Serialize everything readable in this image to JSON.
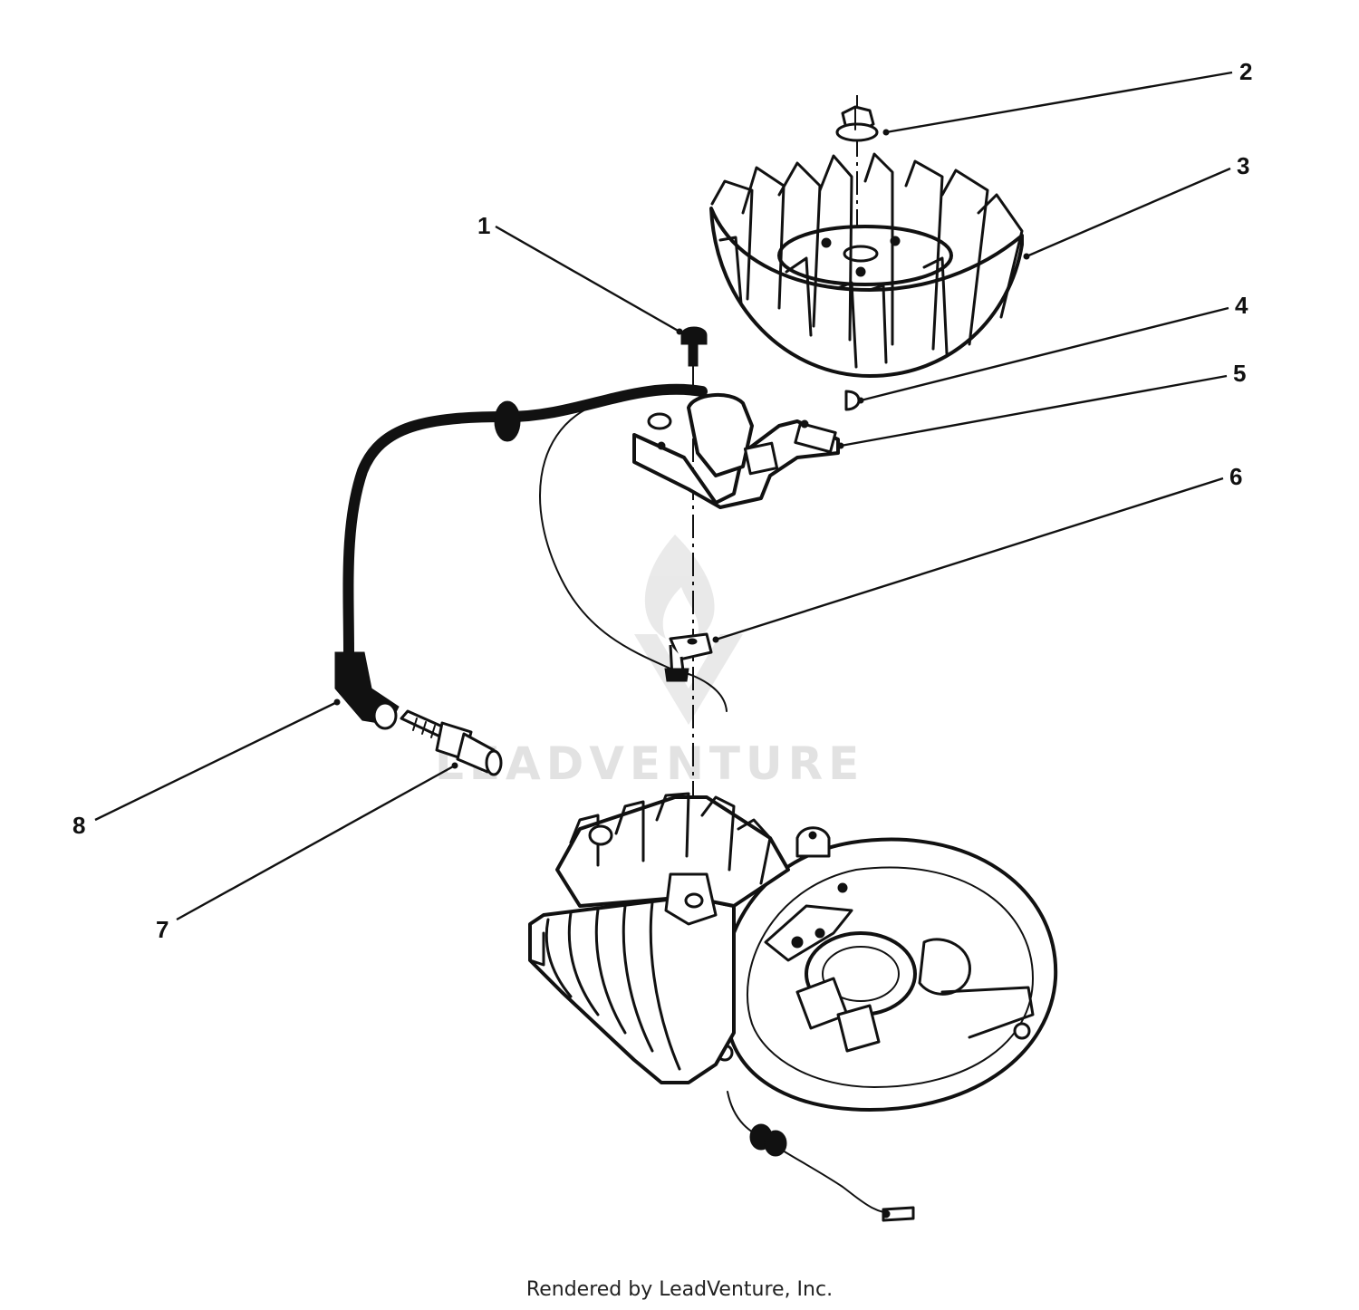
{
  "callouts": [
    {
      "id": "1",
      "label": "1"
    },
    {
      "id": "2",
      "label": "2"
    },
    {
      "id": "3",
      "label": "3"
    },
    {
      "id": "4",
      "label": "4"
    },
    {
      "id": "5",
      "label": "5"
    },
    {
      "id": "6",
      "label": "6"
    },
    {
      "id": "7",
      "label": "7"
    },
    {
      "id": "8",
      "label": "8"
    }
  ],
  "watermark": {
    "text": "LEADVENTURE"
  },
  "footer": {
    "credit": "Rendered by LeadVenture, Inc."
  },
  "colors": {
    "ink": "#111111",
    "watermark": "#e2e2e2",
    "background": "#ffffff"
  }
}
